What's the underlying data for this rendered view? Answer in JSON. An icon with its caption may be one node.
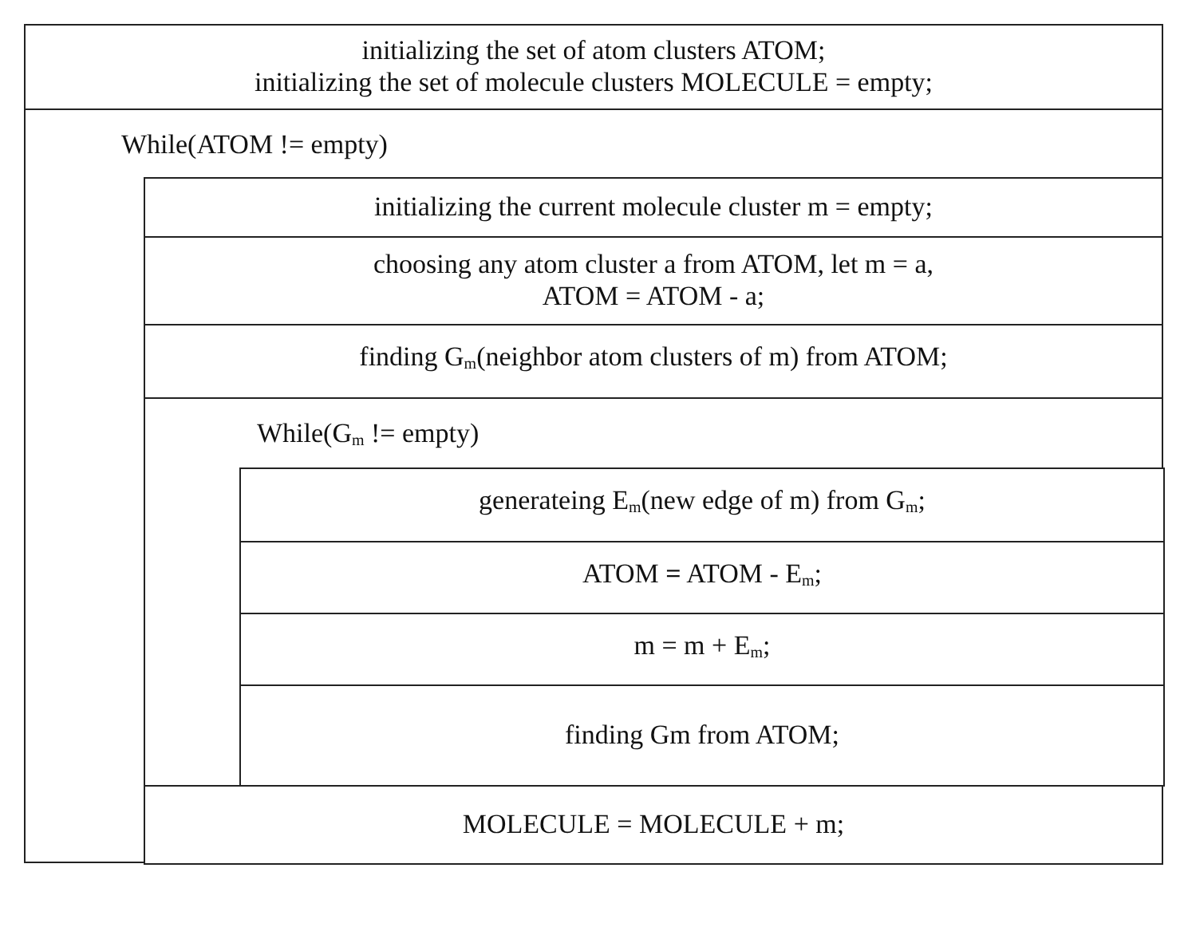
{
  "diagram": {
    "nodes": [
      {
        "text": [
          "initializing the set of atom clusters ATOM;",
          "initializing the set of molecule clusters MOLECULE = empty;"
        ]
      },
      {
        "text": [
          "While(ATOM != empty)"
        ]
      },
      {
        "text": [
          "initializing the current molecule cluster m = empty;"
        ],
        "in": 1
      },
      {
        "text": [
          "choosing any atom cluster a from ATOM, let m = a, ATOM = ATOM - a;"
        ],
        "in": 1
      },
      {
        "text": [
          "finding  G$_{m}$(neighbor atom clusters of m)  from ATOM;"
        ],
        "in": 1
      },
      {
        "text": [
          "While(G$_{m}$ != empty)"
        ],
        "in": 1
      },
      {
        "text": [
          "generateing E$_{m}$(new edge of m) from G$_{m}$;"
        ],
        "in": 5
      },
      {
        "text": [
          "ATOM **=** ATOM - E$_{m}$;"
        ],
        "in": 5
      },
      {
        "text": [
          "m = m + E$_{m}$;"
        ],
        "in": 5
      },
      {
        "text": [
          "finding  Gm  from ATOM;"
        ],
        "in": 5
      },
      {
        "text": [
          "MOLECULE = MOLECULE + m;"
        ],
        "in": 1
      }
    ]
  }
}
